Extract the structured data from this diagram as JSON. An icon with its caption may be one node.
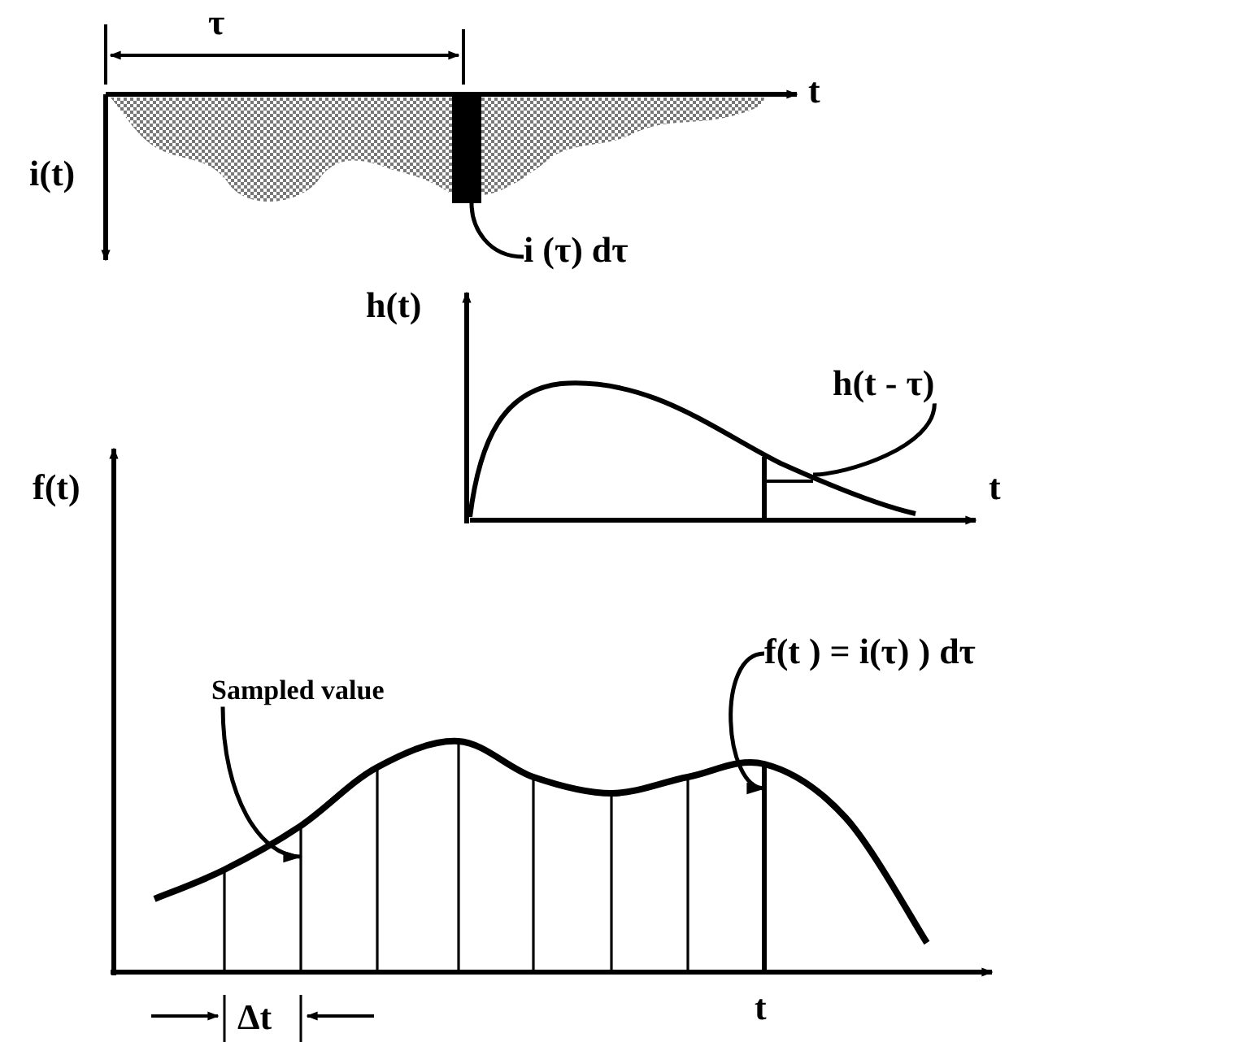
{
  "diagram": {
    "nodes": [
      {
        "text": [
          "i (τ) dτ"
        ]
      },
      {
        "text": [],
        "shape": "bar"
      },
      {
        "text": [
          "h(t - τ)"
        ]
      },
      {
        "text": [],
        "shape": "line"
      },
      {
        "text": [
          "Sampled value"
        ]
      },
      {
        "text": [],
        "shape": "line"
      },
      {
        "text": [
          "f(t ) = i(τ) ) dτ"
        ]
      },
      {
        "text": [],
        "shape": "line"
      }
    ],
    "edges": [
      {
        "from": 0,
        "to": 1,
        "arrow": "none"
      },
      {
        "from": 2,
        "to": 3,
        "arrow": "none"
      },
      {
        "from": 4,
        "to": 5,
        "arrow": "to"
      },
      {
        "from": 6,
        "to": 7,
        "arrow": "to"
      }
    ],
    "labels": [
      "τ",
      "t",
      "i(t)",
      "h(t)",
      "t",
      "f(t)",
      "t",
      "Δt"
    ]
  }
}
